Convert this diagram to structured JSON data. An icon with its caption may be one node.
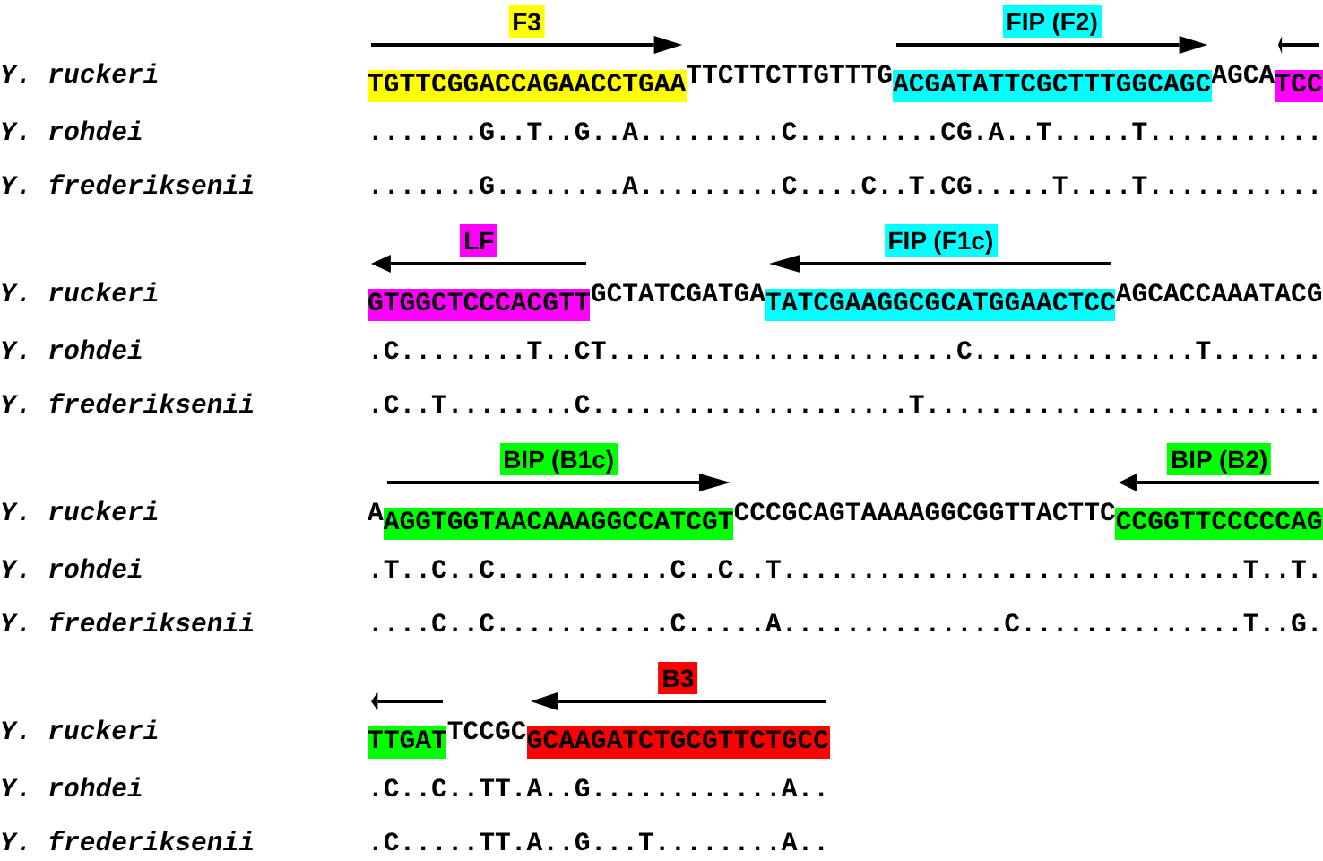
{
  "diagram": {
    "nodes": [
      {
        "text": [
          "F3"
        ]
      },
      {
        "text": [
          "FIP (F2)"
        ]
      },
      {
        "text": [
          "TGTTCGGACCAGAACCTGAA"
        ]
      },
      {
        "text": [
          "ACGATATTCGCTTTGGCAGC"
        ]
      },
      {
        "text": [
          "TCC"
        ]
      },
      {
        "text": [
          "LF"
        ]
      },
      {
        "text": [
          "FIP (F1c)"
        ]
      },
      {
        "text": [
          "GTGGCTCCCACGTT"
        ]
      },
      {
        "text": [
          "TATCGAAGGCGCATGGAACTCC"
        ]
      },
      {
        "text": [
          "BIP (B1c)"
        ]
      },
      {
        "text": [
          "BIP (B2)"
        ]
      },
      {
        "text": [
          "AGGTGGTAACAAAGGCCATCGT"
        ]
      },
      {
        "text": [
          "CCGGTTCCCCCAG"
        ]
      },
      {
        "text": [
          "B3"
        ]
      },
      {
        "text": [
          "TTGAT"
        ]
      },
      {
        "text": [
          "GCAAGATCTGCGTTCTGCC"
        ]
      }
    ],
    "labels": [
      "Y. ruckeri",
      "TTCTTCTTGTTTG",
      "AGCA",
      "Y. rohdei",
      ".......G..T..G..A.........C.........CG.A..T.....T...........",
      "Y. frederiksenii",
      ".......G........A.........C....C..T.CG.....T....T...........",
      "Y. ruckeri",
      "GCTATCGATGA",
      "AGCACCAAATACG",
      "Y. rohdei",
      ".C........T..CT......................C..............T.......",
      "Y. frederiksenii",
      ".C..T........C....................T.........................",
      "Y. ruckeri",
      "A",
      "CCCGCAGTAAAAGGCGGTTACTTC",
      "Y. rohdei",
      ".T..C..C...........C..C..T.............................T..T.",
      "Y. frederiksenii",
      "....C..C...........C.....A..............C..............T..G.",
      "Y. ruckeri",
      "TCCGC",
      "Y. rohdei",
      ".C..C..TT.A..G............A..",
      "Y. frederiksenii",
      ".C.....TT.A..G...T........A.."
    ]
  }
}
